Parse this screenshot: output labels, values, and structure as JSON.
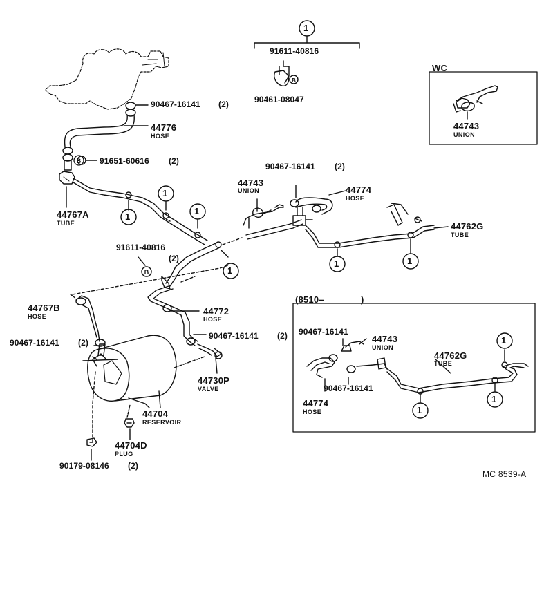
{
  "colors": {
    "ink": "#111111",
    "paper": "#ffffff"
  },
  "callout_marker": "1",
  "clip_marker": "B",
  "top_group": {
    "part": "91611-40816",
    "clip_part": "90461-08047"
  },
  "wc_box": {
    "title": "WC",
    "part": "44743",
    "name": "UNION"
  },
  "main_parts": {
    "p1": {
      "part": "90467-16141",
      "qty": "(2)"
    },
    "p2": {
      "part": "44776",
      "name": "HOSE"
    },
    "p3": {
      "part": "91651-60616",
      "qty": "(2)"
    },
    "p4": {
      "part": "44767A",
      "name": "TUBE"
    },
    "p5": {
      "part": "44743",
      "name": "UNION"
    },
    "p6": {
      "part": "90467-16141",
      "qty": "(2)"
    },
    "p7": {
      "part": "44774",
      "name": "HOSE"
    },
    "p8": {
      "part": "44762G",
      "name": "TUBE"
    },
    "p9": {
      "part": "91611-40816",
      "qty": "(2)"
    },
    "p10": {
      "part": "44767B",
      "name": "HOSE"
    },
    "p11": {
      "part": "44772",
      "name": "HOSE"
    },
    "p12": {
      "part": "90467-16141",
      "qty": "(2)"
    },
    "p13": {
      "part": "90467-16141",
      "qty": "(2)"
    },
    "p14": {
      "part": "44730P",
      "name": "VALVE"
    },
    "p15": {
      "part": "44704",
      "name": "RESERVOIR"
    },
    "p16": {
      "part": "44704D",
      "name": "PLUG"
    },
    "p17": {
      "part": "90179-08146",
      "qty": "(2)"
    }
  },
  "inset_box": {
    "title": "(8510–",
    "title_close": ")",
    "p1": {
      "part": "90467-16141"
    },
    "p2": {
      "part": "44743",
      "name": "UNION"
    },
    "p3": {
      "part": "44762G",
      "name": "TUBE"
    },
    "p4": {
      "part": "90467-16141"
    },
    "p5": {
      "part": "44774",
      "name": "HOSE"
    }
  },
  "diagram_code": "MC 8539-A"
}
